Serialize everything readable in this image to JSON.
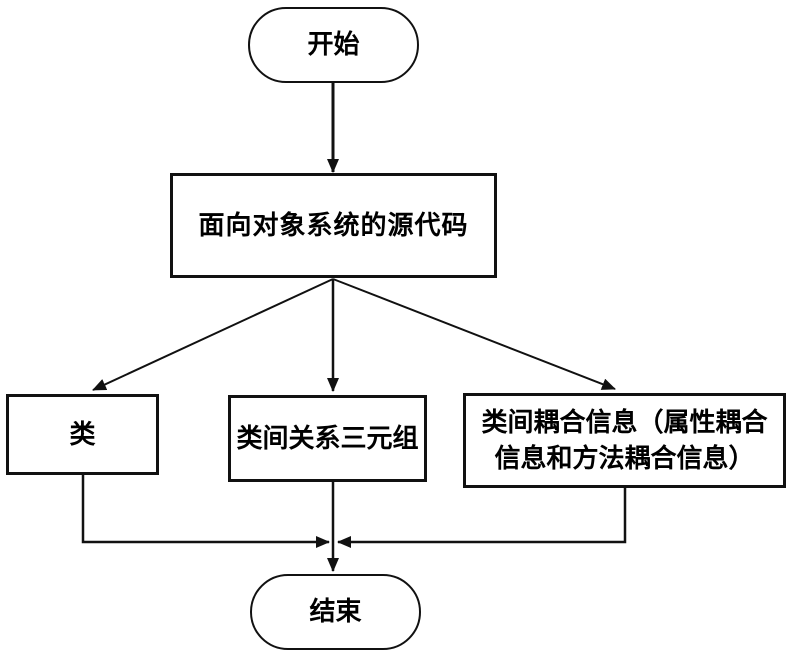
{
  "diagram": {
    "type": "flowchart",
    "background_color": "#ffffff",
    "line_color": "#111111",
    "text_color": "#000000",
    "nodes": {
      "start": {
        "shape": "terminator",
        "label": "开始"
      },
      "source": {
        "shape": "process",
        "label": "面向对象系统的源代码"
      },
      "class": {
        "shape": "process",
        "label": "类"
      },
      "triple": {
        "shape": "process",
        "label": "类间关系三元组"
      },
      "coupling": {
        "shape": "process",
        "label": "类间耦合信息（属性耦合信息和方法耦合信息）",
        "lines": [
          "类间耦合信息（属性耦合",
          "信息和方法耦合信息）"
        ]
      },
      "end": {
        "shape": "terminator",
        "label": "结束"
      }
    },
    "edges": [
      {
        "from": "start",
        "to": "source",
        "arrow": true
      },
      {
        "from": "source",
        "to": "class",
        "arrow": true
      },
      {
        "from": "source",
        "to": "triple",
        "arrow": true
      },
      {
        "from": "source",
        "to": "coupling",
        "arrow": true
      },
      {
        "from": "class",
        "to": "merge-junction",
        "arrow": true
      },
      {
        "from": "coupling",
        "to": "merge-junction",
        "arrow": true
      },
      {
        "from": "triple",
        "to": "end",
        "arrow": true
      }
    ]
  }
}
